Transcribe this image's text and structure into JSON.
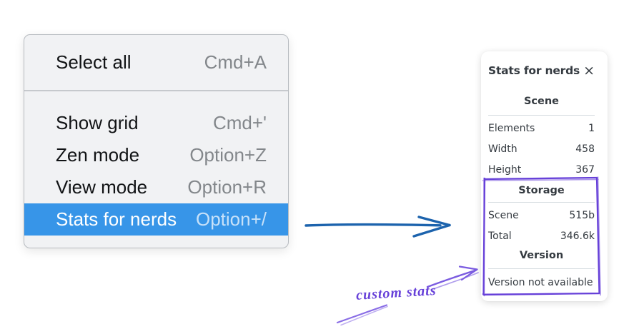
{
  "context_menu": {
    "items": [
      {
        "label": "Select all",
        "shortcut": "Cmd+A",
        "highlighted": false,
        "divider_after": true
      },
      {
        "label": "Show grid",
        "shortcut": "Cmd+'",
        "highlighted": false,
        "divider_after": false
      },
      {
        "label": "Zen mode",
        "shortcut": "Option+Z",
        "highlighted": false,
        "divider_after": false
      },
      {
        "label": "View mode",
        "shortcut": "Option+R",
        "highlighted": false,
        "divider_after": false
      },
      {
        "label": "Stats for nerds",
        "shortcut": "Option+/",
        "highlighted": true,
        "divider_after": false
      }
    ],
    "highlight_color": "#3795e8"
  },
  "stats_panel": {
    "title": "Stats for nerds",
    "close_label": "×",
    "sections": [
      {
        "heading": "Scene",
        "rows": [
          {
            "label": "Elements",
            "value": "1"
          },
          {
            "label": "Width",
            "value": "458"
          },
          {
            "label": "Height",
            "value": "367"
          }
        ]
      },
      {
        "heading": "Storage",
        "rows": [
          {
            "label": "Scene",
            "value": "515b"
          },
          {
            "label": "Total",
            "value": "346.6k"
          }
        ]
      },
      {
        "heading": "Version",
        "rows": [],
        "note": "Version not available"
      }
    ]
  },
  "annotation": {
    "label": "custom stats",
    "violet_color": "#6741d9",
    "arrow_blue_color": "#1c63ad"
  }
}
